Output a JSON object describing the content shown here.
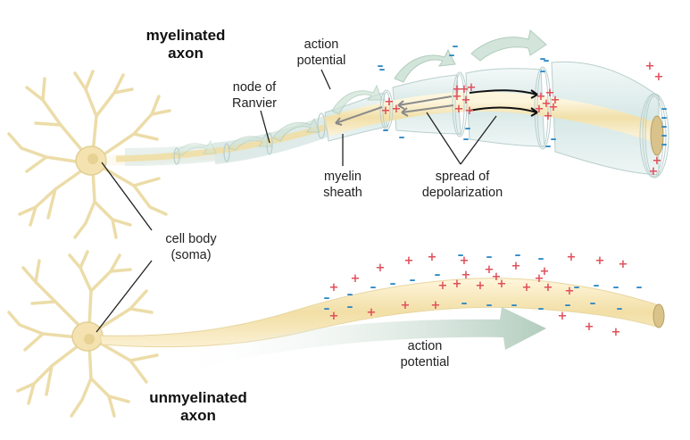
{
  "labels": {
    "myelinated_title_1": "myelinated",
    "myelinated_title_2": "axon",
    "unmyelinated_title_1": "unmyelinated",
    "unmyelinated_title_2": "axon",
    "action_potential_top_1": "action",
    "action_potential_top_2": "potential",
    "node_of_ranvier_1": "node of",
    "node_of_ranvier_2": "Ranvier",
    "myelin_sheath_1": "myelin",
    "myelin_sheath_2": "sheath",
    "spread_1": "spread of",
    "spread_2": "depolarization",
    "cell_body_1": "cell body",
    "cell_body_2": "(soma)",
    "action_potential_bottom_1": "action",
    "action_potential_bottom_2": "potential"
  },
  "charges": {
    "plus": "+",
    "minus": "–"
  },
  "colors": {
    "neuron_fill": "#f7ebc2",
    "neuron_stroke": "#e2cf95",
    "myelin": "#e4f0ef",
    "myelin_stroke": "#b9cfcd",
    "axon_core": "#f6e8c0",
    "plus": "#e0505a",
    "minus": "#2a86c4",
    "arrow": "#cfe3d6",
    "leader": "#222222"
  }
}
